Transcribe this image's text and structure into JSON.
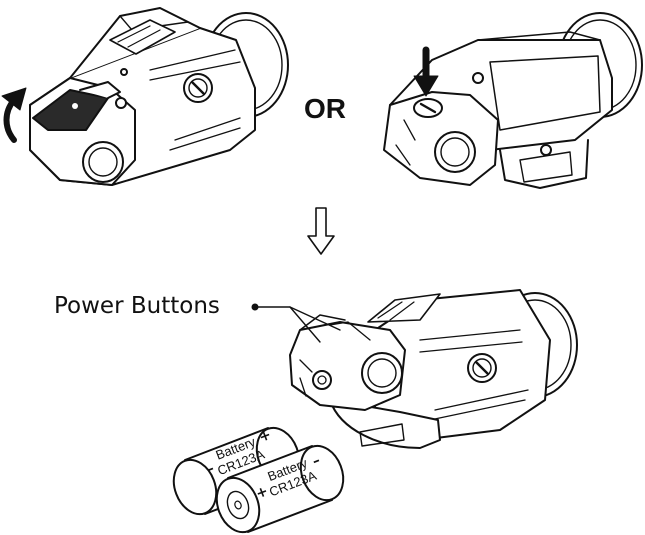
{
  "or_label": "OR",
  "power_buttons_label": "Power Buttons",
  "batteries": [
    {
      "line1": "Battery",
      "line2": "CR123A",
      "minus": "–",
      "plus": "+"
    },
    {
      "line1": "Battery",
      "line2": "CR123A",
      "minus": "–",
      "plus": "+"
    }
  ],
  "icons": {
    "rotate": "curved-rotate-arrow-icon",
    "press": "press-down-arrow-icon",
    "next_step": "down-outline-arrow-icon"
  },
  "colors": {
    "ink": "#111111",
    "fill_dark": "#2a2a2a",
    "background": "#ffffff"
  }
}
